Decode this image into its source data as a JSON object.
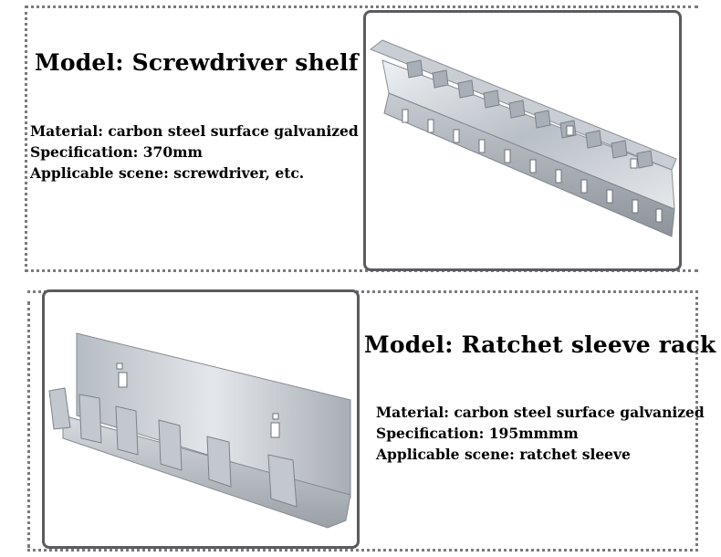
{
  "sections": [
    {
      "title": "Model: Screwdriver shelf",
      "specs": [
        "Material: carbon steel surface galvanized",
        "Specification: 370mm",
        "Applicable scene: screwdriver, etc."
      ]
    },
    {
      "title": "Model: Ratchet sleeve rack",
      "specs": [
        "Material: carbon steel surface galvanized",
        "Specification: 195mmmm",
        "Applicable scene: ratchet sleeve"
      ]
    }
  ],
  "colors": {
    "border": "#5b5b60",
    "dots": "#7a7a7a",
    "steel_light": "#d9dde2",
    "steel_dark": "#8d939a"
  }
}
